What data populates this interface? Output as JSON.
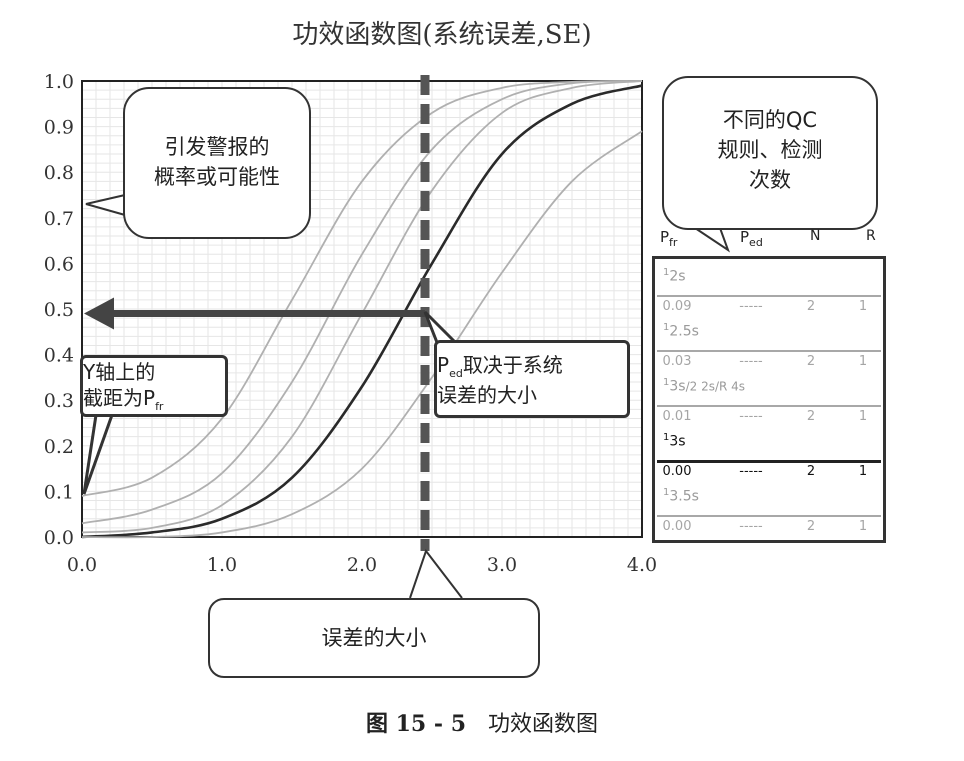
{
  "chart_data": {
    "type": "line",
    "title": "功效函数图(系统误差,SE)",
    "xlabel": "误差的大小",
    "ylabel": "",
    "xlim": [
      0,
      4
    ],
    "ylim": [
      0,
      1
    ],
    "x_ticks": [
      "0.0",
      "1.0",
      "2.0",
      "3.0",
      "4.0"
    ],
    "y_ticks": [
      "0.0",
      "0.1",
      "0.2",
      "0.3",
      "0.4",
      "0.5",
      "0.6",
      "0.7",
      "0.8",
      "0.9",
      "1.0"
    ],
    "grid": true,
    "x": [
      0,
      0.5,
      1.0,
      1.5,
      2.0,
      2.5,
      3.0,
      3.5,
      4.0
    ],
    "series": [
      {
        "name": "1_2s",
        "color": "#b0b0b0",
        "width": 1.8,
        "values": [
          0.09,
          0.13,
          0.26,
          0.52,
          0.78,
          0.93,
          0.985,
          0.998,
          1.0
        ]
      },
      {
        "name": "1_2.5s",
        "color": "#b0b0b0",
        "width": 1.8,
        "values": [
          0.03,
          0.06,
          0.14,
          0.34,
          0.62,
          0.85,
          0.96,
          0.995,
          1.0
        ]
      },
      {
        "name": "1_3s/2_2s/R_4s",
        "color": "#b0b0b0",
        "width": 1.8,
        "values": [
          0.01,
          0.02,
          0.07,
          0.22,
          0.49,
          0.76,
          0.93,
          0.985,
          1.0
        ]
      },
      {
        "name": "1_3s",
        "color": "#2a2a2a",
        "width": 2.6,
        "values": [
          0.0,
          0.01,
          0.04,
          0.13,
          0.33,
          0.6,
          0.84,
          0.95,
          0.99
        ]
      },
      {
        "name": "1_3.5s",
        "color": "#b0b0b0",
        "width": 1.8,
        "values": [
          0.0,
          0.0,
          0.01,
          0.05,
          0.15,
          0.35,
          0.58,
          0.78,
          0.89
        ]
      }
    ],
    "critical_error_x": 2.45,
    "ped_level_y": 0.49
  },
  "callouts": {
    "top_left": [
      "引发警报的",
      "概率或可能性"
    ],
    "top_right": [
      "不同的QC",
      "规则、检测",
      "次数"
    ],
    "y_intercept": [
      "Y轴上的",
      "截距为P"
    ],
    "y_intercept_sub": "fr",
    "ped": [
      "P",
      "取决于系统",
      "误差的大小"
    ],
    "ped_sub": "ed",
    "ped_tail": "取决于系统",
    "x_box": "误差的大小"
  },
  "legend": {
    "headers": {
      "pfr_main": "P",
      "pfr_sub": "fr",
      "ped_main": "P",
      "ped_sub": "ed",
      "n": "N",
      "r": "R"
    },
    "rules": [
      {
        "label": "1",
        "label2": "2s",
        "extra": "",
        "pfr": "0.09",
        "ped": "-----",
        "n": "2",
        "r": "1",
        "dark": false
      },
      {
        "label": "1",
        "label2": "2.5s",
        "extra": "",
        "pfr": "0.03",
        "ped": "-----",
        "n": "2",
        "r": "1",
        "dark": false
      },
      {
        "label": "1",
        "label2": "3s",
        "extra": "/2 2s/R 4s",
        "pfr": "0.01",
        "ped": "-----",
        "n": "2",
        "r": "1",
        "dark": false
      },
      {
        "label": "1",
        "label2": "3s",
        "extra": "",
        "pfr": "0.00",
        "ped": "-----",
        "n": "2",
        "r": "1",
        "dark": true
      },
      {
        "label": "1",
        "label2": "3.5s",
        "extra": "",
        "pfr": "0.00",
        "ped": "-----",
        "n": "2",
        "r": "1",
        "dark": false
      }
    ]
  },
  "caption": {
    "prefix": "图 15 - 5",
    "text": "功效函数图"
  }
}
